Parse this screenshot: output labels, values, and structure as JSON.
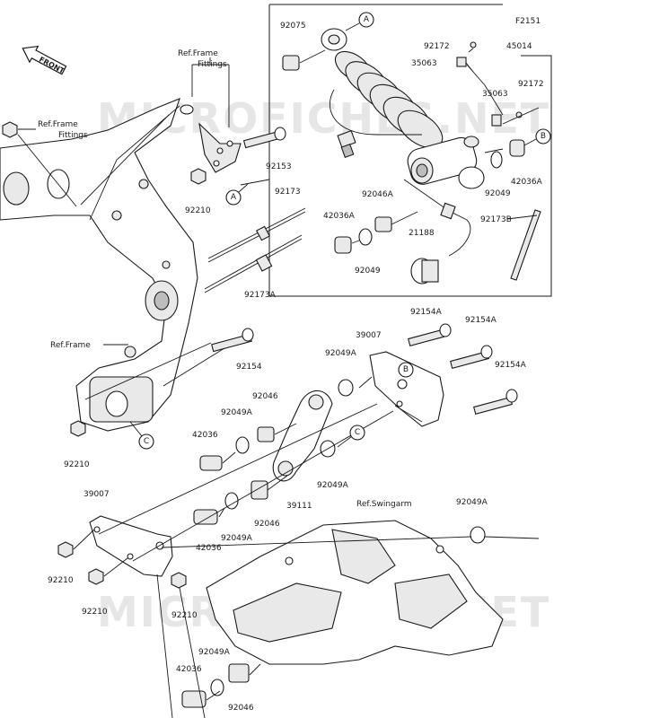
{
  "figure_code": "F2151",
  "front_label": "FRONT",
  "watermark": "MICROFICHES.NET",
  "refs": {
    "frame_fittings_top": [
      "Ref.Frame",
      "Fittings"
    ],
    "frame_fittings_left": [
      "Ref.Frame",
      "Fittings"
    ],
    "frame": "Ref.Frame",
    "swingarm": "Ref.Swingarm"
  },
  "callouts": [
    "A",
    "A",
    "B",
    "B",
    "C",
    "C"
  ],
  "part_numbers": {
    "p92075": "92075",
    "p92172_a": "92172",
    "p45014": "45014",
    "p35063_a": "35063",
    "p92172_b": "92172",
    "p35063_b": "35063",
    "p92153": "92153",
    "p92210_a": "92210",
    "p92173": "92173",
    "p92173A": "92173A",
    "p92046A": "92046A",
    "p42036A_a": "42036A",
    "p92049_a": "92049",
    "p21188": "21188",
    "p92049_b": "92049",
    "p42036A_b": "42036A",
    "p92173B": "92173B",
    "p92154A_a": "92154A",
    "p92154A_b": "92154A",
    "p39007_a": "39007",
    "p92154A_c": "92154A",
    "p92049A_a": "92049A",
    "p92154": "92154",
    "p92046_a": "92046",
    "p92049A_b": "92049A",
    "p42036_a": "42036",
    "p92210_b": "92210",
    "p92049A_c": "92049A",
    "p39111": "39111",
    "p92046_b": "92046",
    "p92049A_d": "92049A",
    "p42036_b": "42036",
    "p39007_b": "39007",
    "p92049A_e": "92049A",
    "p92210_c": "92210",
    "p92210_d": "92210",
    "p92210_e": "92210",
    "p92049A_f": "92049A",
    "p42036_c": "42036",
    "p92046_c": "92046"
  }
}
